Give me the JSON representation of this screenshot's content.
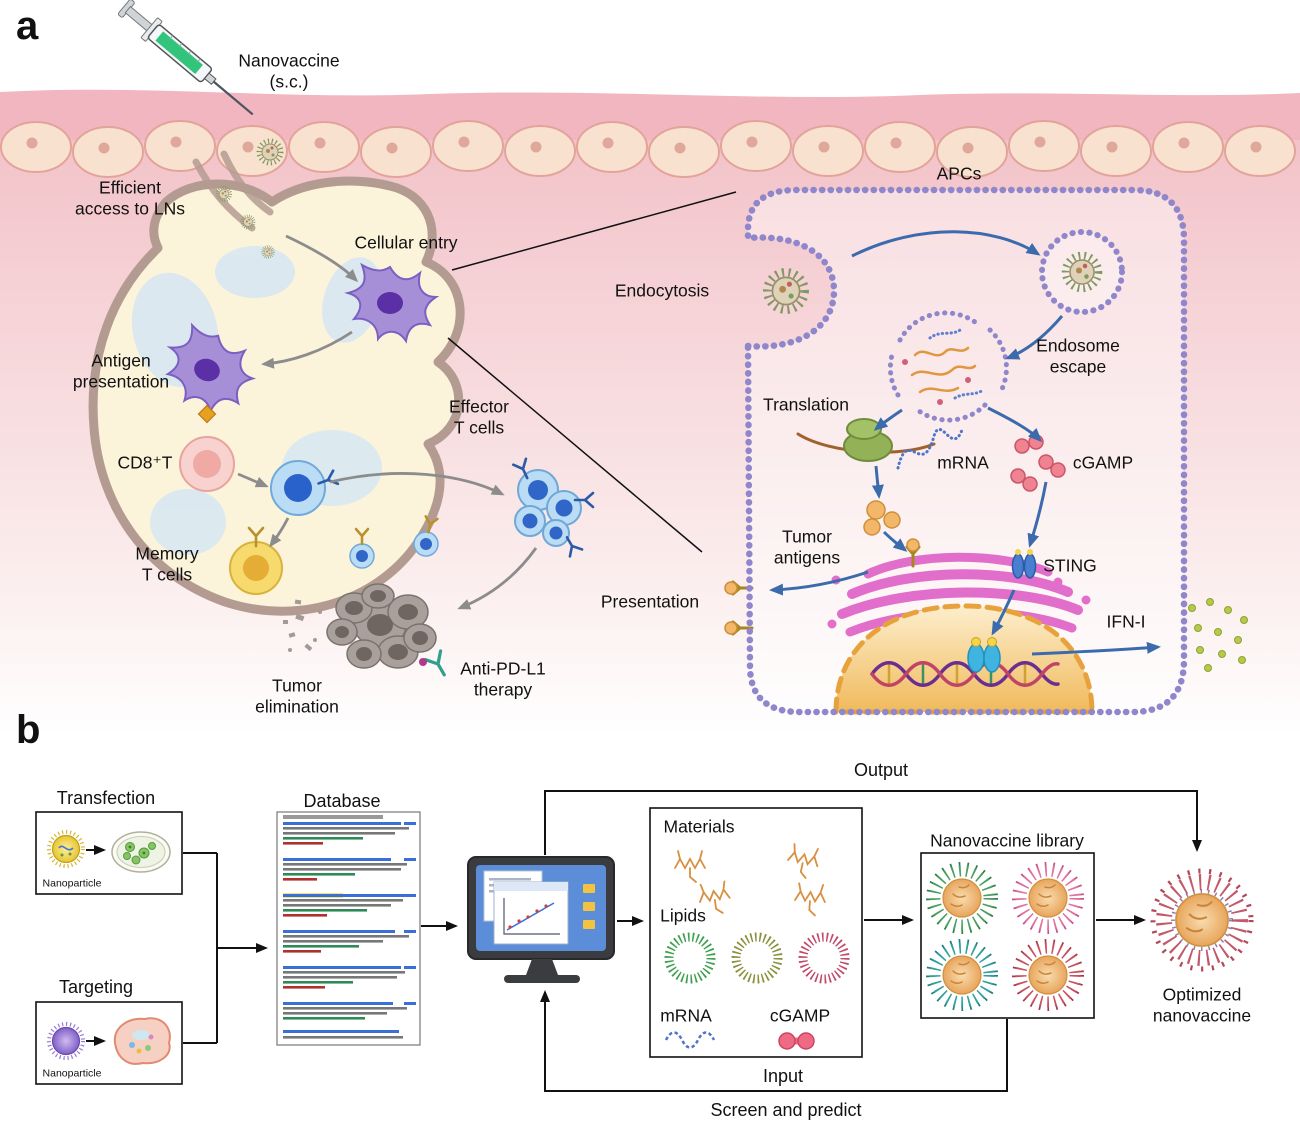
{
  "figure": {
    "panel_a": {
      "panel_label": "a",
      "injection": {
        "nanovaccine": "Nanovaccine\n(s.c.)"
      },
      "lymph_node": {
        "efficient_access": "Efficient\naccess to LNs",
        "cellular_entry": "Cellular entry",
        "antigen_presentation": "Antigen\npresentation",
        "cd8_t": "CD8⁺T",
        "memory_t_cells": "Memory\nT cells",
        "effector_t_cells": "Effector\nT cells",
        "tumor_elimination": "Tumor\nelimination",
        "anti_pd_l1": "Anti-PD-L1\ntherapy"
      },
      "apc": {
        "apcs": "APCs",
        "endocytosis": "Endocytosis",
        "endosome_escape": "Endosome\nescape",
        "translation": "Translation",
        "mrna": "mRNA",
        "cgamp": "cGAMP",
        "tumor_antigens": "Tumor\nantigens",
        "sting": "STING",
        "presentation": "Presentation",
        "ifn_i": "IFN-I"
      }
    },
    "panel_b": {
      "panel_label": "b",
      "transfection": {
        "title": "Transfection",
        "nanoparticle": "Nanoparticle"
      },
      "targeting": {
        "title": "Targeting",
        "nanoparticle": "Nanoparticle"
      },
      "database": {
        "title": "Database"
      },
      "materials_box": {
        "materials": "Materials",
        "lipids": "Lipids",
        "mrna": "mRNA",
        "cgamp": "cGAMP"
      },
      "library": {
        "title": "Nanovaccine library"
      },
      "optimized": "Optimized\nnanovaccine",
      "flow": {
        "output": "Output",
        "input": "Input",
        "screen_predict": "Screen and predict"
      }
    },
    "colors": {
      "skin_pink": "#f2bcc4",
      "membrane_purple": "#8f86cb",
      "arrow_blue": "#3b6bad",
      "golgi_magenta": "#e063c8",
      "nucleus_orange": "#e8a23c",
      "syringe_fluid_green": "#33c47c"
    }
  }
}
